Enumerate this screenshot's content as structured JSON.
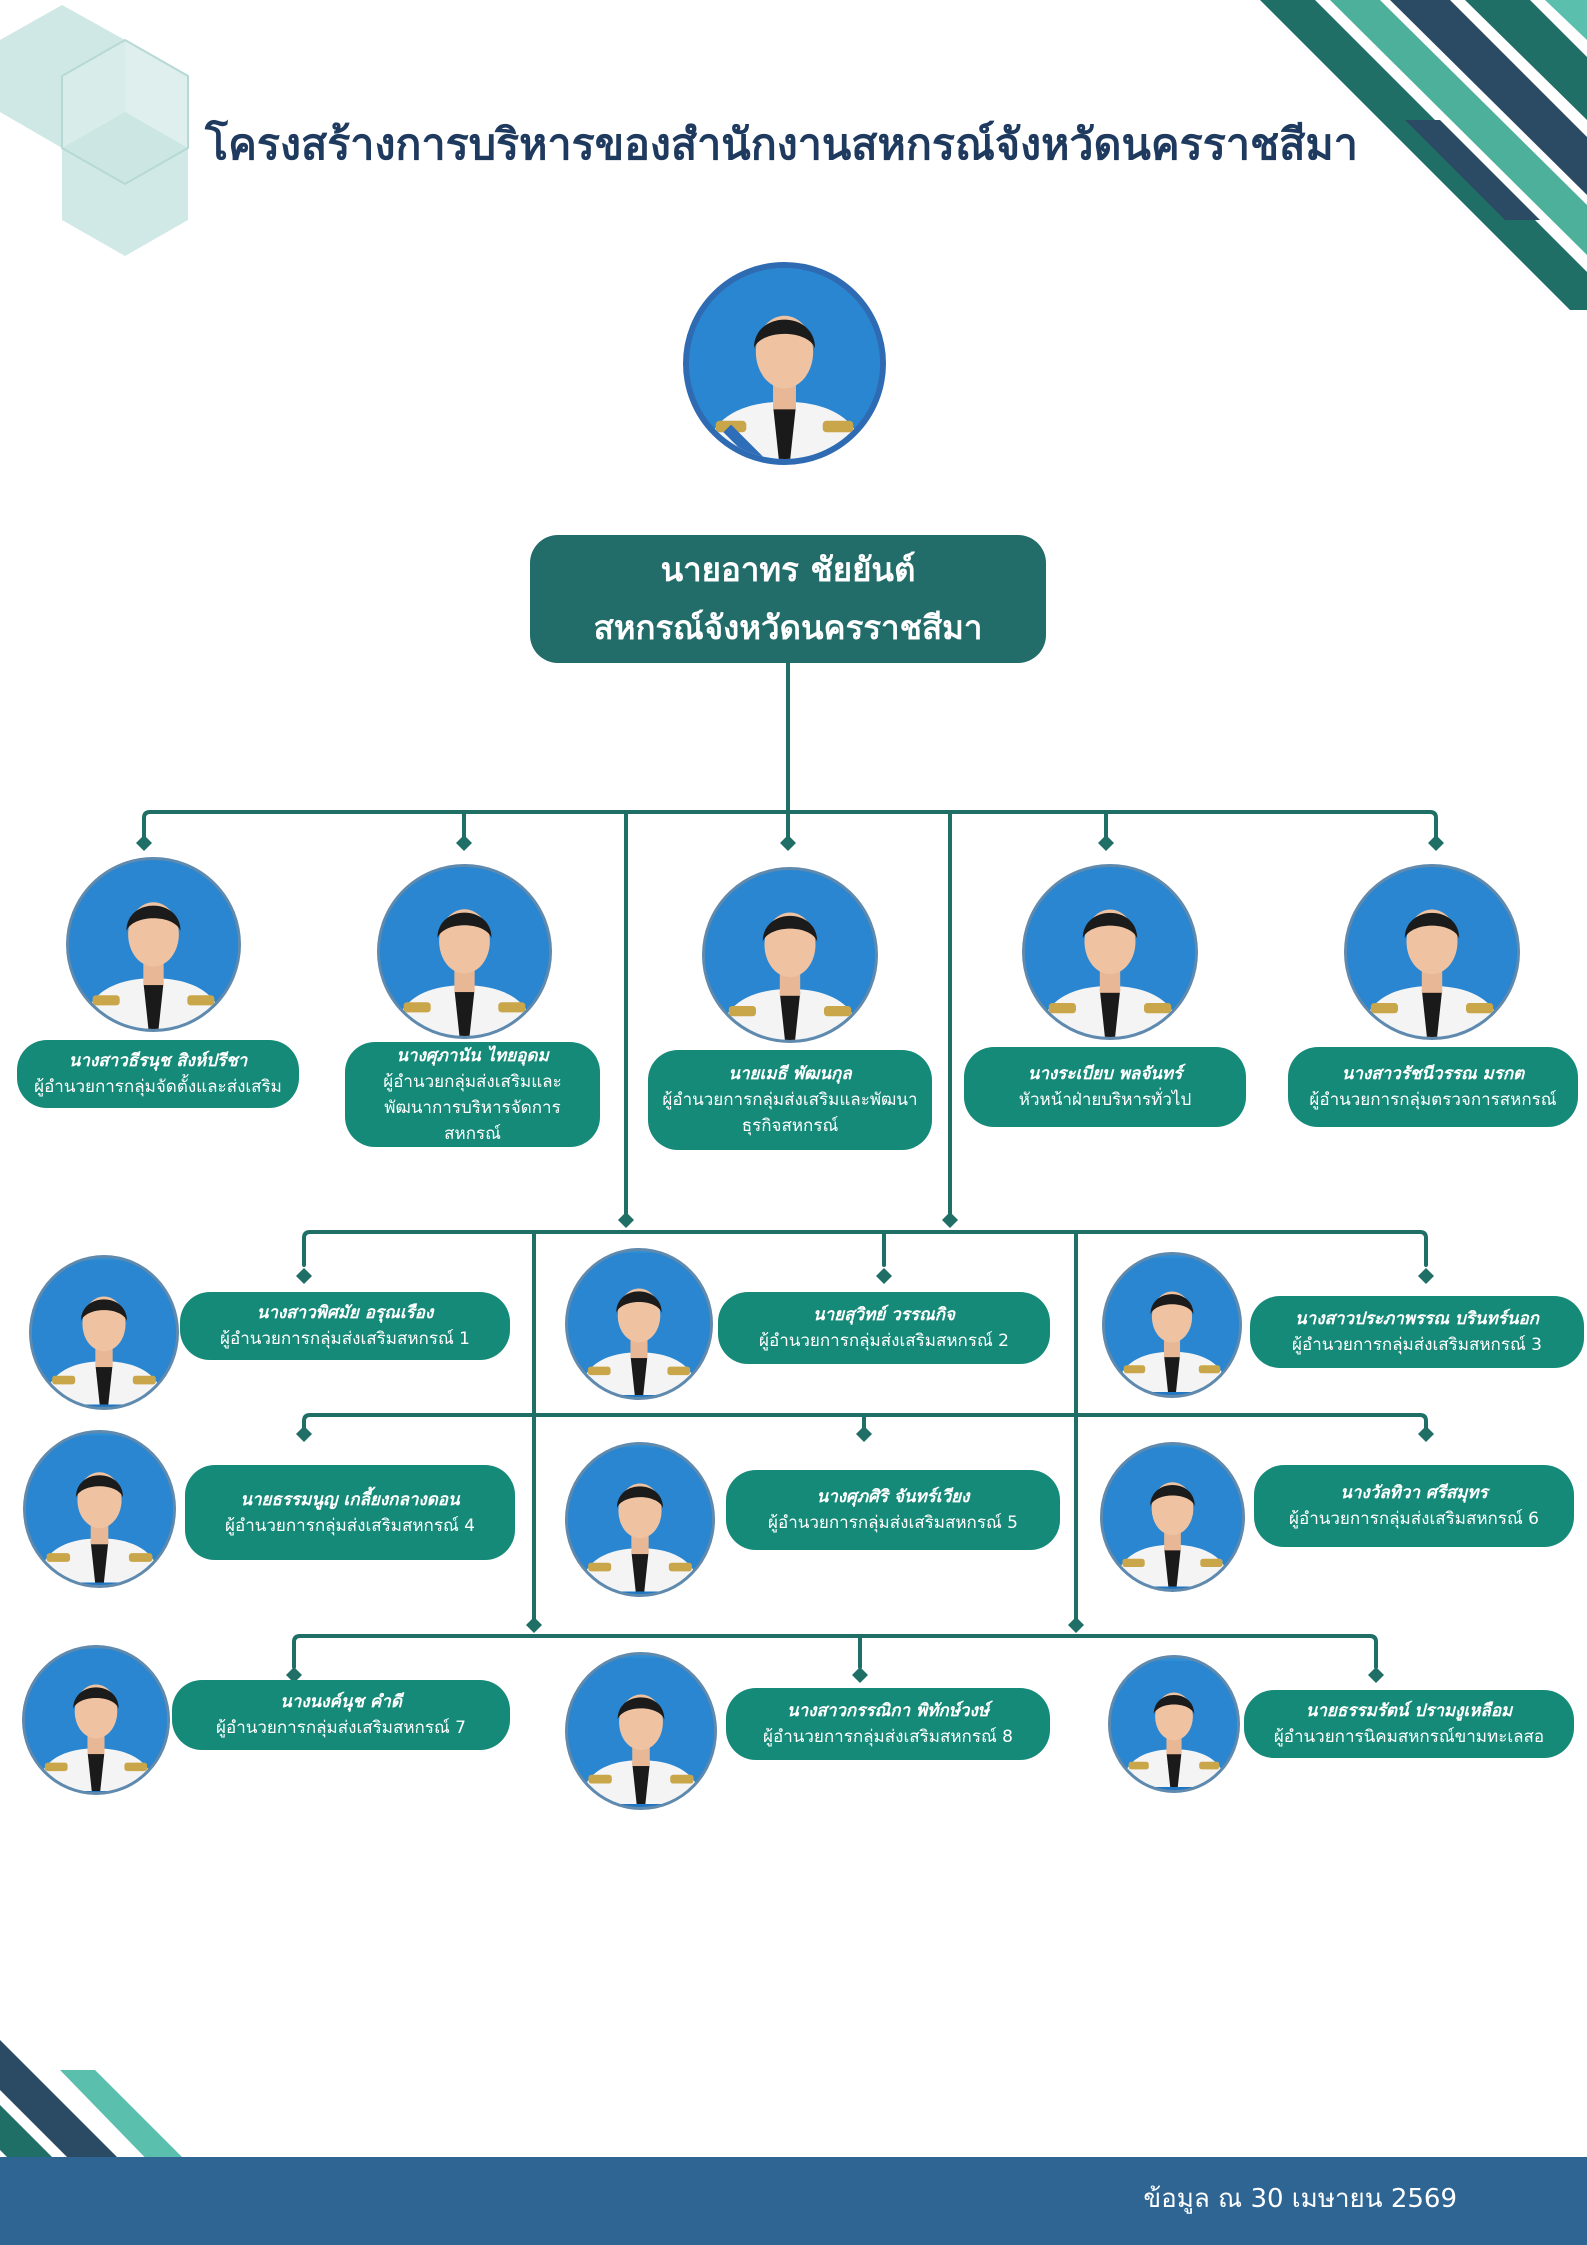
{
  "title": "โครงสร้างการบริหารของสำนักงานสหกรณ์จังหวัดนครราชสีมา",
  "head": {
    "name": "นายอาทร  ชัยยันต์",
    "position": "สหกรณ์จังหวัดนครราชสีมา"
  },
  "row1": [
    {
      "name": "นางสาวธีรนุช  สิงห์ปรีชา",
      "position": "ผู้อำนวยการกลุ่มจัดตั้งและส่งเสริม"
    },
    {
      "name": "นางศุภานัน  ไทยอุดม",
      "position": "ผู้อำนวยกลุ่มส่งเสริมและ พัฒนาการบริหารจัดการสหกรณ์"
    },
    {
      "name": "นายเมธี  พัฒนกุล",
      "position": "ผู้อำนวยการกลุ่มส่งเสริมและพัฒนา ธุรกิจสหกรณ์"
    },
    {
      "name": "นางระเบียบ  พลจันทร์",
      "position": "หัวหน้าฝ่ายบริหารทั่วไป"
    },
    {
      "name": "นางสาวรัชนีวรรณ  มรกต",
      "position": "ผู้อำนวยการกลุ่มตรวจการสหกรณ์"
    }
  ],
  "groups": [
    {
      "name": "นางสาวพิศมัย  อรุณเรือง",
      "position": "ผู้อำนวยการกลุ่มส่งเสริมสหกรณ์ 1"
    },
    {
      "name": "นายสุวิทย์  วรรณกิจ",
      "position": "ผู้อำนวยการกลุ่มส่งเสริมสหกรณ์ 2"
    },
    {
      "name": "นางสาวประภาพรรณ  บรินทร์นอก",
      "position": "ผู้อำนวยการกลุ่มส่งเสริมสหกรณ์ 3"
    },
    {
      "name": "นายธรรมนูญ  เกลี้ยงกลางดอน",
      "position": "ผู้อำนวยการกลุ่มส่งเสริมสหกรณ์ 4"
    },
    {
      "name": "นางศุภศิริ  จันทร์เวียง",
      "position": "ผู้อำนวยการกลุ่มส่งเสริมสหกรณ์ 5"
    },
    {
      "name": "นางวัลทิวา  ศรีสมุทร",
      "position": "ผู้อำนวยการกลุ่มส่งเสริมสหกรณ์ 6"
    },
    {
      "name": "นางนงค์นุช  คำดี",
      "position": "ผู้อำนวยการกลุ่มส่งเสริมสหกรณ์ 7"
    },
    {
      "name": "นางสาวกรรณิกา  พิทักษ์วงษ์",
      "position": "ผู้อำนวยการกลุ่มส่งเสริมสหกรณ์ 8"
    },
    {
      "name": "นายธรรมรัตน์  ปรามงูเหลือม",
      "position": "ผู้อำนวยการนิคมสหกรณ์ขามทะเลสอ"
    }
  ],
  "footer": "ข้อมูล ณ 30 เมษายน 2569",
  "colors": {
    "teal": "#168a78",
    "dark_teal": "#226c6a",
    "navy": "#2e6593",
    "line": "#1f6f66"
  }
}
